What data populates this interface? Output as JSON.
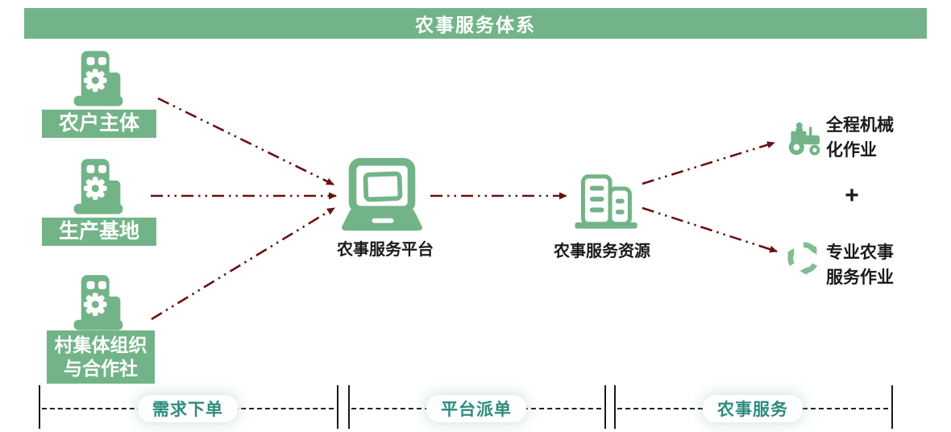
{
  "title": "农事服务体系",
  "colors": {
    "brand_green": "#72B488",
    "phase_teal": "#2E8B7F",
    "arrow_maroon": "#681211",
    "text_black": "#1A1A1A"
  },
  "icons": {
    "source_icon": "factory-gear-icon",
    "platform_icon": "laptop-icon",
    "resource_icon": "buildings-icon",
    "service_icons": [
      "tractor-icon",
      "recycle-icon"
    ]
  },
  "sources": [
    {
      "lines": [
        "农户主体"
      ]
    },
    {
      "lines": [
        "生产基地"
      ]
    },
    {
      "lines": [
        "村集体组织",
        "与合作社"
      ]
    }
  ],
  "platform": {
    "label": "农事服务平台"
  },
  "resources": {
    "label": "农事服务资源"
  },
  "services": [
    {
      "lines": [
        "全程机械",
        "化作业"
      ]
    },
    {
      "lines": [
        "专业农事",
        "服务作业"
      ]
    }
  ],
  "plus_sign": "+",
  "phases": [
    {
      "label": "需求下单"
    },
    {
      "label": "平台派单"
    },
    {
      "label": "农事服务"
    }
  ]
}
